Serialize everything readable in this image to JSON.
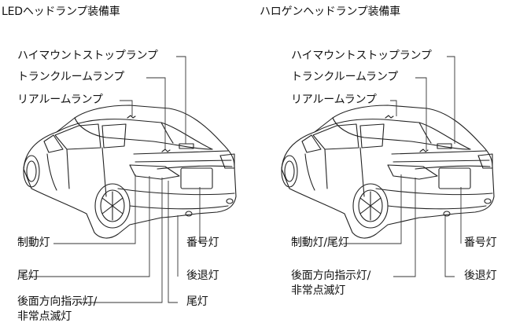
{
  "panels": [
    {
      "heading": "LEDヘッドランプ装備車",
      "labels": {
        "high_mount": "ハイマウントストップランプ",
        "trunk_room": "トランクルームランプ",
        "rear_room": "リアルームランプ",
        "brake": "制動灯",
        "tail": "尾灯",
        "direction_line1": "後面方向指示灯/",
        "direction_line2": "非常点滅灯",
        "license": "番号灯",
        "backup": "後退灯",
        "tail_right": "尾灯"
      }
    },
    {
      "heading": "ハロゲンヘッドランプ装備車",
      "labels": {
        "high_mount": "ハイマウントストップランプ",
        "trunk_room": "トランクルームランプ",
        "rear_room": "リアルームランプ",
        "brake_tail": "制動灯/尾灯",
        "direction_line1": "後面方向指示灯/",
        "direction_line2": "非常点滅灯",
        "license": "番号灯",
        "backup": "後退灯"
      }
    }
  ]
}
